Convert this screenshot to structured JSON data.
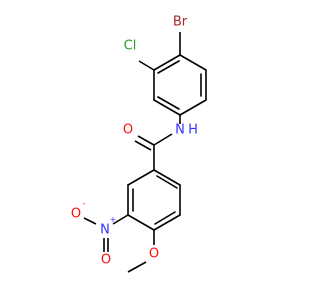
{
  "molecule": {
    "atoms": {
      "br": "Br",
      "cl": "Cl",
      "nh_n": "N",
      "nh_h": "H",
      "carbonyl_o": "O",
      "nitro_n": "N",
      "nitro_n_charge": "+",
      "nitro_o_minus": "O",
      "nitro_o_minus_charge": "-",
      "nitro_o_double": "O",
      "methoxy_o": "O"
    }
  },
  "colors": {
    "bond": "#000000",
    "carbon": "#000000",
    "bromine": "#a52a2a",
    "chlorine": "#1fa01f",
    "nitrogen": "#3333ff",
    "oxygen": "#ff0d0d"
  }
}
